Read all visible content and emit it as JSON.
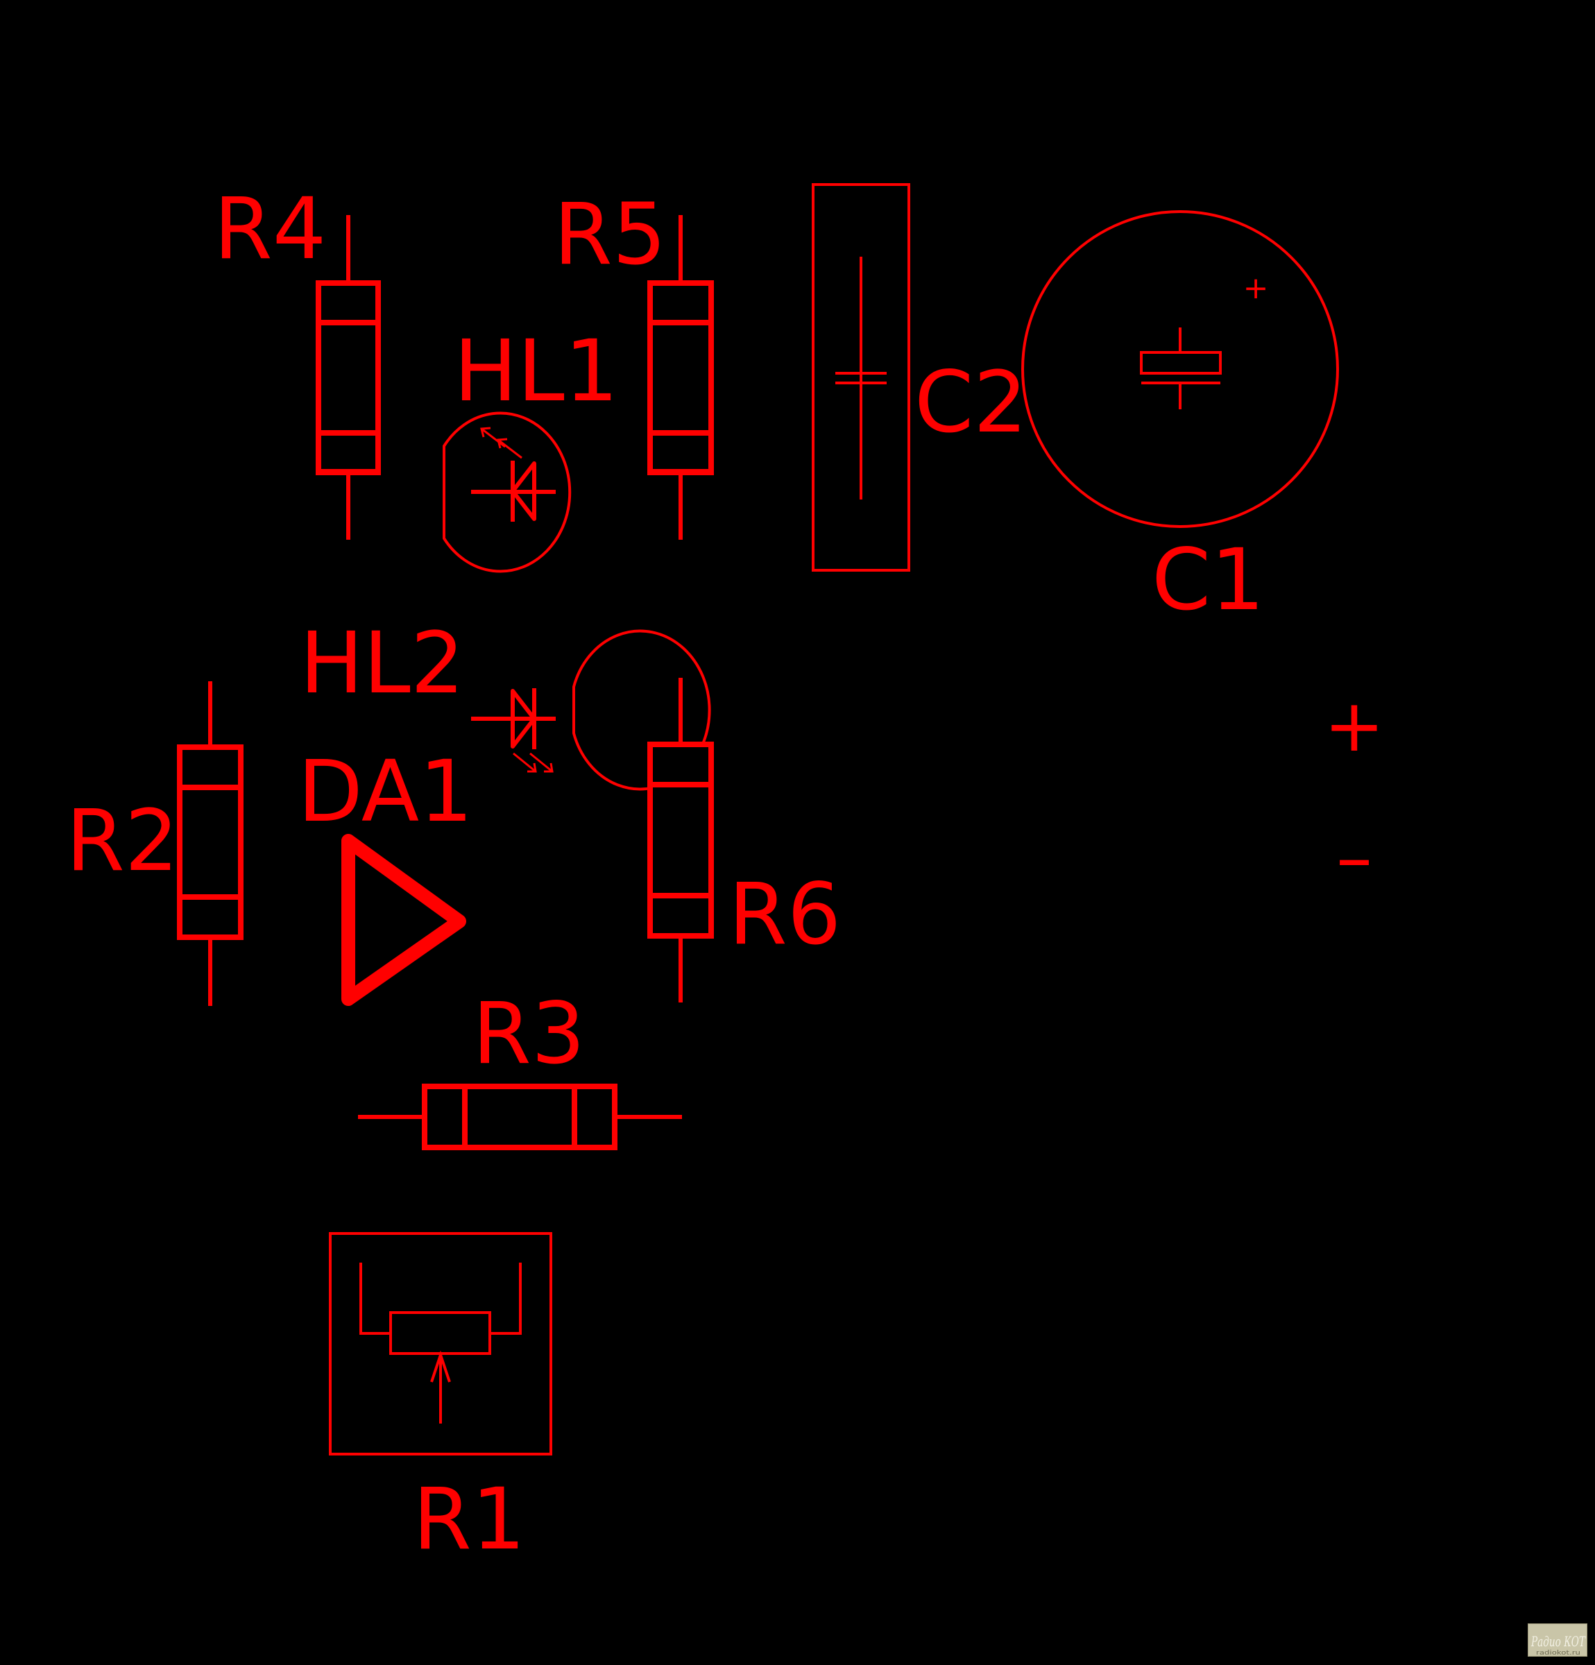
{
  "colors": {
    "background": "#000000",
    "silkscreen": "#ff0000"
  },
  "components": {
    "r1": "R1",
    "r2": "R2",
    "r3": "R3",
    "r4": "R4",
    "r5": "R5",
    "r6": "R6",
    "c1": "C1",
    "c2": "C2",
    "hl1": "HL1",
    "hl2": "HL2",
    "da1": "DA1"
  },
  "markers": {
    "c1_polarity": "+",
    "supply_plus": "+",
    "supply_minus": "–"
  },
  "watermark": {
    "logo": "Радио КОТ",
    "site": "radiokot.ru"
  }
}
